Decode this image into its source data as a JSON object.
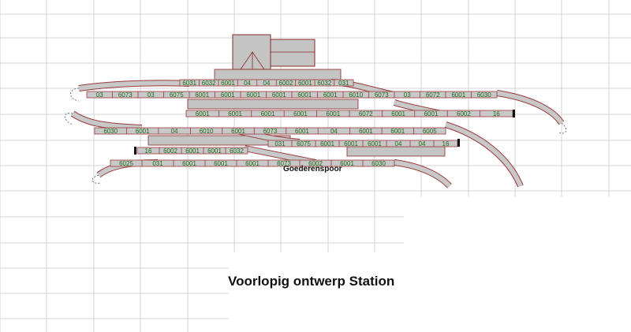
{
  "title": "Voorlopig ontwerp Station",
  "area_label": "Goederenspoor",
  "colors": {
    "grid": "#d4d4d4",
    "track_fill": "#c8c8c8",
    "track_edge": "#9a3a3a",
    "label": "#1a6b1a",
    "building": "#c4c4c4",
    "building_edge": "#8a2a2a",
    "bumper": "#111111"
  },
  "tracks": [
    {
      "row": 1,
      "labels": [
        "03",
        "6073",
        "03",
        "6075",
        "6001",
        "6001",
        "6001",
        "6001",
        "6001",
        "6001",
        "6010",
        "6073",
        "03",
        "6072",
        "6001",
        "6030"
      ]
    },
    {
      "row": 2,
      "labels": [
        "6001",
        "6001",
        "6001",
        "6001",
        "6001",
        "6072",
        "6001",
        "6001",
        "6002",
        "16"
      ]
    },
    {
      "row": 3,
      "labels": [
        "6030",
        "6001",
        "04",
        "6010",
        "6001",
        "6073",
        "6001",
        "04",
        "6001",
        "6001",
        "6005"
      ]
    },
    {
      "row": 4,
      "labels": [
        "031",
        "6075",
        "6001",
        "6001",
        "6001",
        "04",
        "04",
        "16"
      ]
    },
    {
      "row": 5,
      "labels": [
        "16",
        "6002",
        "6001",
        "6001",
        "6032"
      ]
    },
    {
      "row": 6,
      "labels": [
        "6025",
        "031",
        "6001",
        "6001",
        "6001",
        "6073",
        "6002",
        "6001",
        "6030"
      ]
    },
    {
      "row": 7,
      "labels": [
        "6031",
        "6032",
        "6001",
        "04",
        "04",
        "6002",
        "6001",
        "6032",
        "031"
      ]
    }
  ]
}
